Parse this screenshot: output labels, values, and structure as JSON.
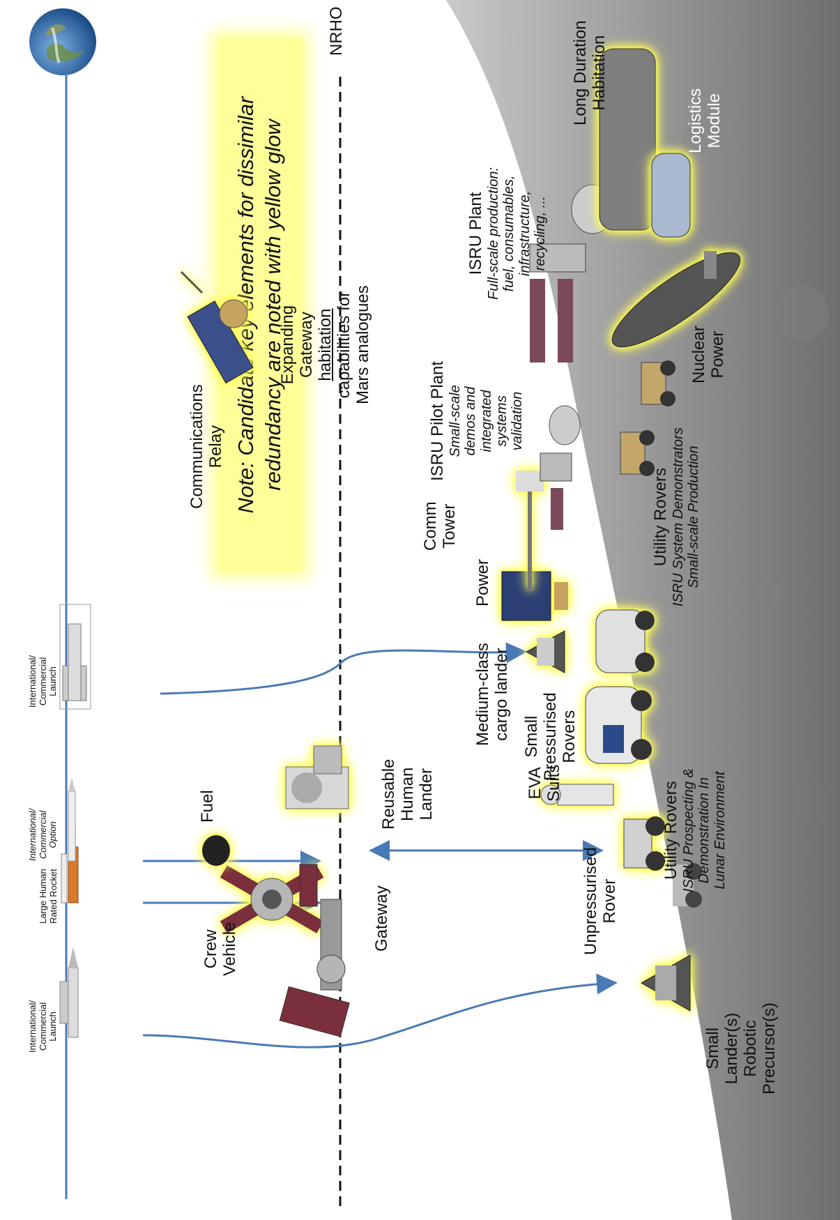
{
  "note": {
    "line1": "Note: Candidate key elements for dissimilar",
    "line2": "redundancy are noted with yellow glow"
  },
  "orbit_label": "NRHO",
  "launchers": [
    {
      "label": [
        "International/",
        "Commercial",
        "Launch"
      ]
    },
    {
      "label": [
        "Large Human",
        "Rated Rocket"
      ]
    },
    {
      "label": [
        "International/",
        "Commercial",
        "Option"
      ]
    },
    {
      "label": [
        "International/",
        "Commercial",
        "Launch"
      ]
    }
  ],
  "orbit_elements": {
    "crew_vehicle": [
      "Crew",
      "Vehicle"
    ],
    "fuel": "Fuel",
    "gateway": "Gateway",
    "reusable_lander": [
      "Reusable",
      "Human",
      "Lander"
    ],
    "comm_relay": [
      "Communications",
      "Relay"
    ],
    "expanding_gateway": [
      "Expanding",
      "Gateway",
      "habitation",
      "capabilities for",
      "Mars analogues"
    ]
  },
  "surface_elements": {
    "small_lander": [
      "Small",
      "Lander(s)",
      "Robotic",
      "Precursor(s)"
    ],
    "unpressurised_rover": [
      "Unpressurised",
      "Rover"
    ],
    "utility_rovers_1": {
      "title": "Utility Rovers",
      "sub": [
        "ISRU Prospecting &",
        "Demonstration In",
        "Lunar Environment"
      ]
    },
    "eva_suits": [
      "EVA",
      "Suits"
    ],
    "small_pressurised_rovers": [
      "Small",
      "Pressurised",
      "Rovers"
    ],
    "medium_cargo_lander": [
      "Medium-class",
      "cargo lander"
    ],
    "power": "Power",
    "comm_tower": [
      "Comm",
      "Tower"
    ],
    "utility_rovers_2": {
      "title": "Utility Rovers",
      "sub": [
        "ISRU System Demonstrators",
        "Small-scale Production"
      ]
    },
    "isru_pilot_plant": {
      "title": "ISRU Pilot Plant",
      "sub": [
        "Small-scale",
        "demos and",
        "integrated",
        "systems",
        "validation"
      ]
    },
    "nuclear_power": [
      "Nuclear",
      "Power"
    ],
    "isru_plant": {
      "title": "ISRU Plant",
      "sub": [
        "Full-scale production:",
        "fuel, consumables,",
        "infrastructure,",
        "recycling, ..."
      ]
    },
    "logistics_module": [
      "Logistics",
      "Module"
    ],
    "long_duration_habitation": [
      "Long Duration",
      "Habitation"
    ]
  },
  "colors": {
    "arrow": "#4a7ab5",
    "glow": "#ffff66",
    "moon": "#9a9a9a",
    "note_bg": "#ffff9a"
  }
}
